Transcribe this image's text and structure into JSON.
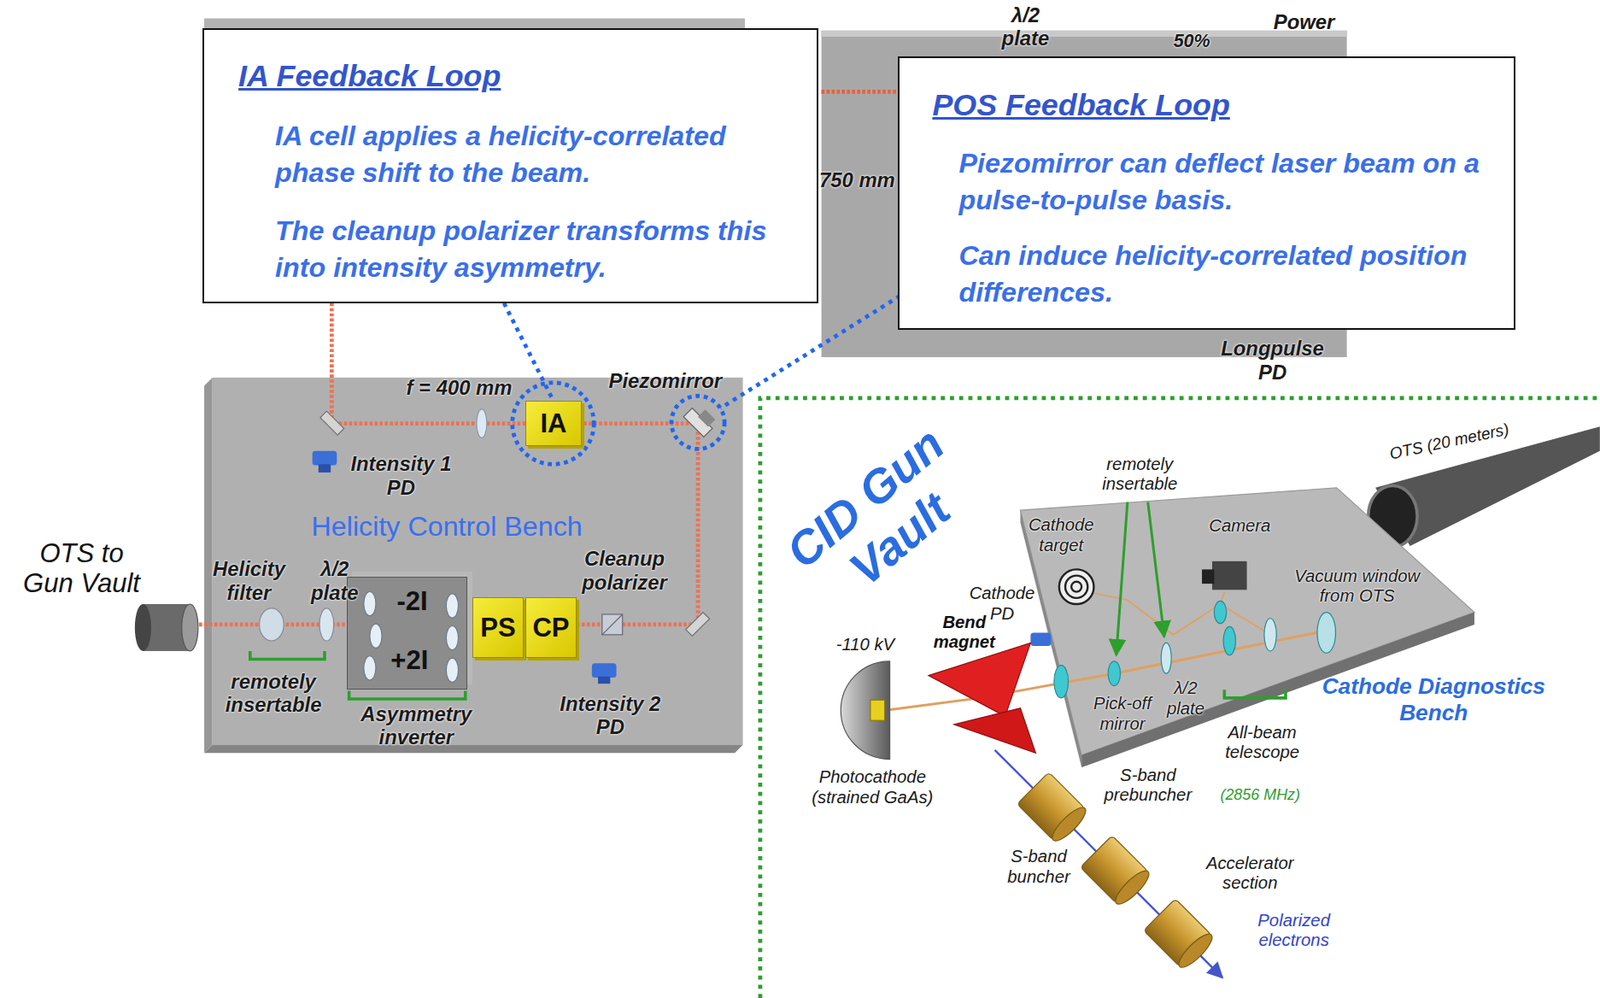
{
  "diagram": {
    "nodes": [
      {
        "text": [
          "IA Feedback Loop",
          "IA cell applies a helicity-correlated phase shift to the beam.",
          "The cleanup polarizer transforms this into intensity asymmetry."
        ]
      },
      {
        "text": [
          "POS Feedback Loop",
          "Piezomirror can deflect laser beam on a pulse-to-pulse basis.",
          "Can induce helicity-correlated position differences."
        ]
      },
      {
        "text": [
          "Helicity Control Bench"
        ]
      },
      {
        "text": [
          "IA"
        ],
        "in": 2
      },
      {
        "text": [
          "-2I",
          "+2I"
        ],
        "in": 2
      },
      {
        "text": [
          "PS"
        ],
        "in": 2
      },
      {
        "text": [
          "CP"
        ],
        "in": 2
      }
    ],
    "edges": [
      {
        "from": 0,
        "to": 3,
        "arrow": "none"
      }
    ],
    "labels": [
      "λ/2 plate",
      "Power",
      "50%",
      "750 mm",
      "Longpulse PD",
      "f = 400 mm",
      "Piezomirror",
      "Intensity 1 PD",
      "OTS to Gun Vault",
      "Helicity filter",
      "λ/2 plate",
      "Cleanup polarizer",
      "remotely insertable",
      "Asymmetry inverter",
      "Intensity 2 PD",
      "CID Gun Vault",
      "remotely insertable",
      "Cathode target",
      "Camera",
      "OTS (20 meters)",
      "Cathode PD",
      "Vacuum window from OTS",
      "-110 kV",
      "Bend magnet",
      "Pick-off mirror",
      "λ/2 plate",
      "All-beam telescope",
      "Cathode Diagnostics Bench",
      "(2856 MHz)",
      "S-band prebuncher",
      "Photocathode (strained GaAs)",
      "S-band buncher",
      "Accelerator section",
      "Polarized electrons"
    ]
  }
}
